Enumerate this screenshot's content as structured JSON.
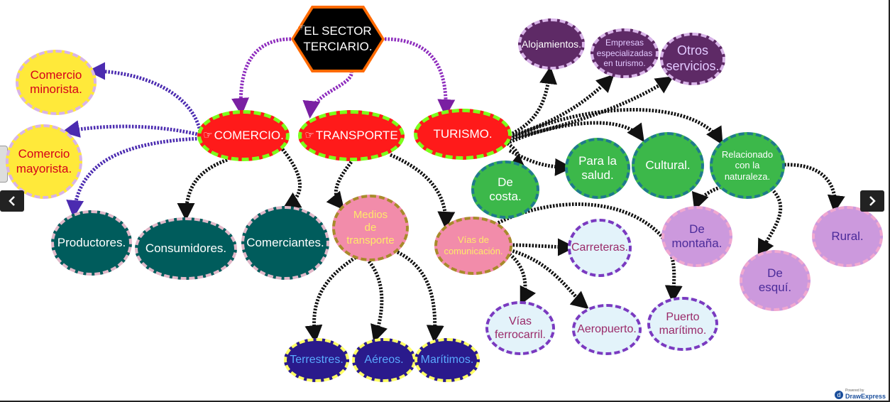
{
  "root": {
    "label": "EL SECTOR\nTERCIARIO.",
    "icon": "pointing-hand-icon"
  },
  "main_nodes": {
    "comercio": "COMERCIO.",
    "transporte": "TRANSPORTE",
    "turismo": "TURISMO."
  },
  "comercio_children": {
    "minorista": "Comercio\nminorista.",
    "mayorista": "Comercio\nmayorista.",
    "productores": "Productores.",
    "consumidores": "Consumidores.",
    "comerciantes": "Comerciantes."
  },
  "transporte_children": {
    "medios": "Medios\nde\ntransporte",
    "vias": "Vías de\ncomunicación.",
    "terrestres": "Terrestres.",
    "aereos": "Aéreos.",
    "maritimos": "Marítimos.",
    "carreteras": "Carreteras.",
    "ferrocarril": "Vías\nferrocarril.",
    "aeropuerto": "Aeropuerto.",
    "puerto": "Puerto\nmarítimo."
  },
  "turismo_children": {
    "alojamientos": "Alojamientos.",
    "empresas": "Empresas\nespecializadas\nen turismo.",
    "otros": "Otros\nservicios.",
    "costa": "De\ncosta.",
    "salud": "Para la\nsalud.",
    "cultural": "Cultural.",
    "naturaleza": "Relacionado\ncon la\nnaturaleza.",
    "montana": "De\nmontaña.",
    "esqui": "De\nesquí.",
    "rural": "Rural."
  },
  "navigation": {
    "prev_icon": "chevron-left-icon",
    "next_icon": "chevron-right-icon"
  },
  "watermark": {
    "prefix": "Powered by",
    "brand": "DrawExpress"
  },
  "colors": {
    "red_node": "#ff1a1a",
    "yellow_node": "#ffe93a",
    "dark_teal": "#005c5c",
    "pink_node": "#f28caa",
    "navy_node": "#2a1a8c",
    "light_node": "#e3f3fa",
    "purple_node": "#5e2a66",
    "green_node": "#3cb84a",
    "lilac_node": "#cc99dd",
    "purple_arrow": "#7a1fa2",
    "black_arrow": "#111111"
  }
}
